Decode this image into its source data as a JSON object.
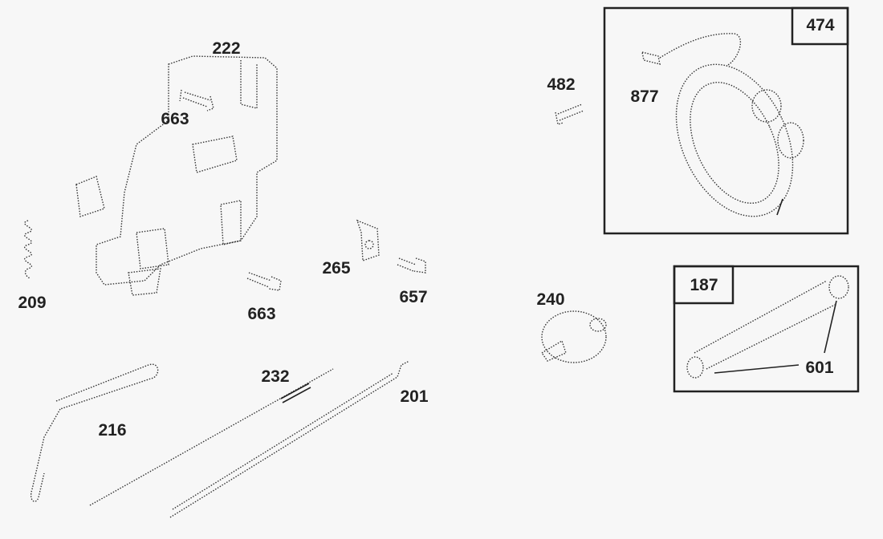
{
  "callouts": {
    "c222": "222",
    "c663a": "663",
    "c209": "209",
    "c265": "265",
    "c657": "657",
    "c663b": "663",
    "c232": "232",
    "c201": "201",
    "c216": "216",
    "c482": "482",
    "c877": "877",
    "c240": "240",
    "c601": "601"
  },
  "kits": {
    "stator_kit": "474",
    "tube_kit": "187"
  },
  "colors": {
    "background": "#f7f7f7",
    "ink": "#222222"
  }
}
